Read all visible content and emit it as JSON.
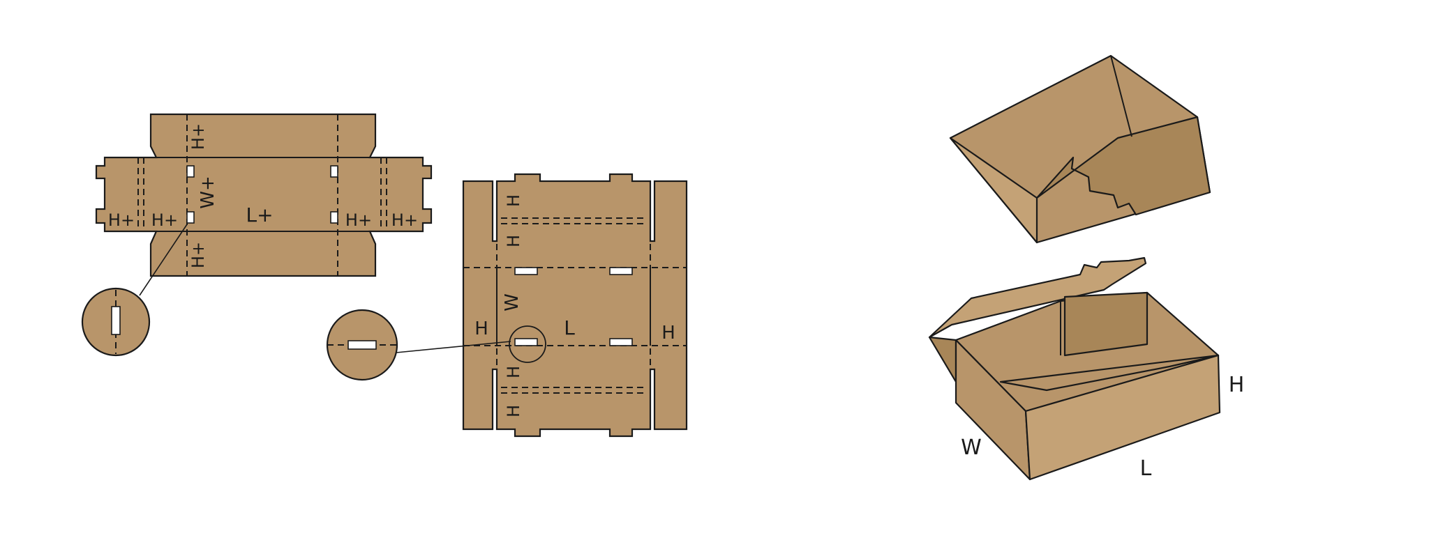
{
  "colors": {
    "board": "#b8956a",
    "board_light": "#c4a276",
    "board_dark": "#a88658",
    "line": "#1a1a1a",
    "background": "#ffffff"
  },
  "blank1": {
    "labels": {
      "top_flap": "H+",
      "bottom_flap": "H+",
      "width": "W+",
      "length": "L+",
      "left_outer": "H+",
      "left_inner": "H+",
      "right_inner": "H+",
      "right_outer": "H+"
    }
  },
  "blank2": {
    "labels": {
      "top_outer": "H",
      "top_inner": "H",
      "width": "W",
      "length": "L",
      "left_side": "H",
      "right_side": "H",
      "bottom_inner": "H",
      "bottom_outer": "H"
    }
  },
  "box": {
    "labels": {
      "height": "H",
      "length": "L",
      "width": "W"
    }
  }
}
